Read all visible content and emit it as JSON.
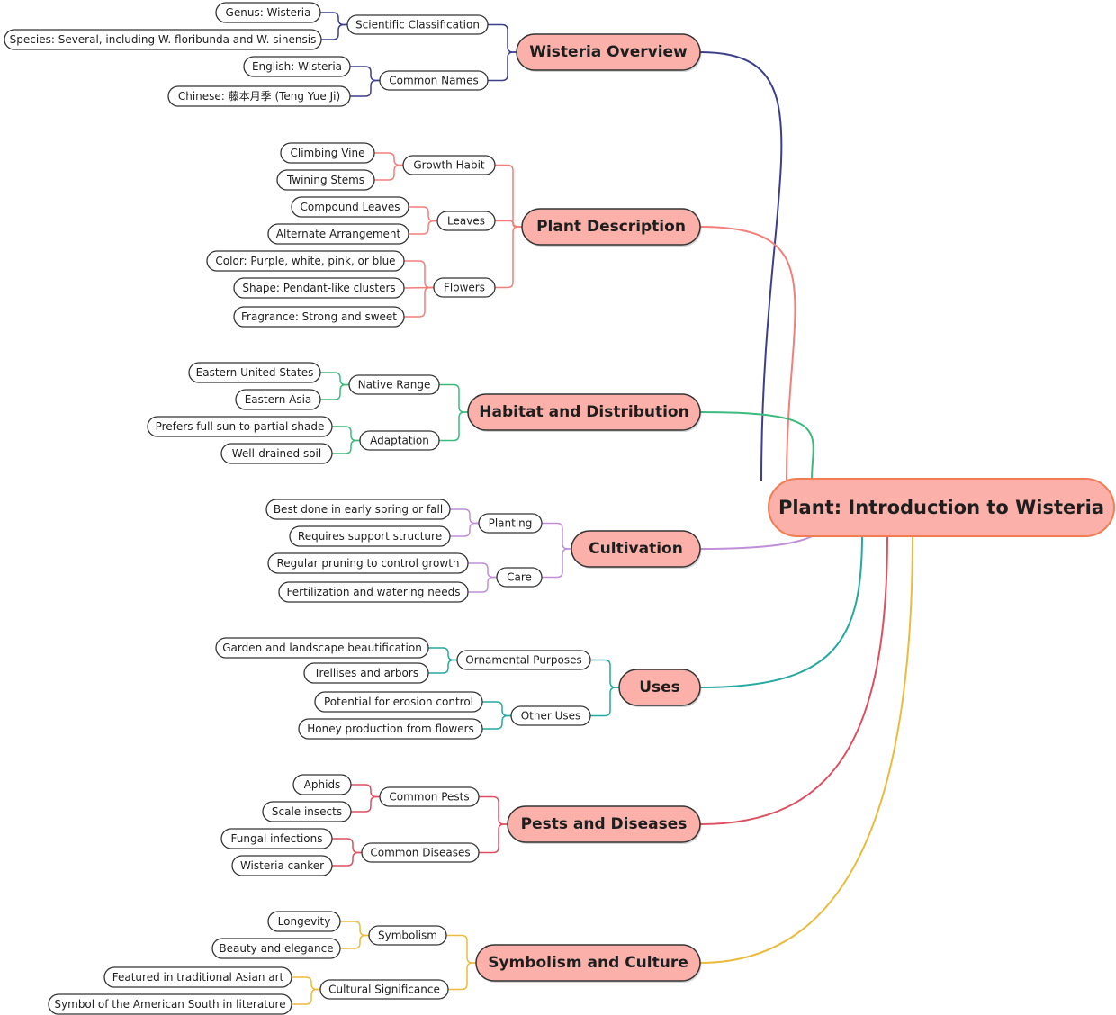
{
  "root": {
    "label": "Plant: Introduction to Wisteria"
  },
  "colors": {
    "root_fill": "#fbb1aa",
    "root_stroke": "#f07e52",
    "branch_fill": "#fbb1aa",
    "node_stroke": "#333333",
    "leaf_fill": "#ffffff"
  },
  "branches": [
    {
      "label": "Wisteria Overview",
      "color": "#3d3f8a",
      "children": [
        {
          "label": "Scientific Classification",
          "children": [
            "Genus: Wisteria",
            "Species: Several, including W. floribunda and W. sinensis"
          ]
        },
        {
          "label": "Common Names",
          "children": [
            "English: Wisteria",
            "Chinese: 藤本月季 (Teng Yue Ji)"
          ]
        }
      ]
    },
    {
      "label": "Plant Description",
      "color": "#f37f7a",
      "children": [
        {
          "label": "Growth Habit",
          "children": [
            "Climbing Vine",
            "Twining Stems"
          ]
        },
        {
          "label": "Leaves",
          "children": [
            "Compound Leaves",
            "Alternate Arrangement"
          ]
        },
        {
          "label": "Flowers",
          "children": [
            "Color: Purple, white, pink, or blue",
            "Shape: Pendant-like clusters",
            "Fragrance: Strong and sweet"
          ]
        }
      ]
    },
    {
      "label": "Habitat and Distribution",
      "color": "#3dba7e",
      "children": [
        {
          "label": "Native Range",
          "children": [
            "Eastern United States",
            "Eastern Asia"
          ]
        },
        {
          "label": "Adaptation",
          "children": [
            "Prefers full sun to partial shade",
            "Well-drained soil"
          ]
        }
      ]
    },
    {
      "label": "Cultivation",
      "color": "#c08fd8",
      "children": [
        {
          "label": "Planting",
          "children": [
            "Best done in early spring or fall",
            "Requires support structure"
          ]
        },
        {
          "label": "Care",
          "children": [
            "Regular pruning to control growth",
            "Fertilization and watering needs"
          ]
        }
      ]
    },
    {
      "label": "Uses",
      "color": "#26a9a0",
      "children": [
        {
          "label": "Ornamental Purposes",
          "children": [
            "Garden and landscape beautification",
            "Trellises and arbors"
          ]
        },
        {
          "label": "Other Uses",
          "children": [
            "Potential for erosion control",
            "Honey production from flowers"
          ]
        }
      ]
    },
    {
      "label": "Pests and Diseases",
      "color": "#dc5061",
      "children": [
        {
          "label": "Common Pests",
          "children": [
            "Aphids",
            "Scale insects"
          ]
        },
        {
          "label": "Common Diseases",
          "children": [
            "Fungal infections",
            "Wisteria canker"
          ]
        }
      ]
    },
    {
      "label": "Symbolism and Culture",
      "color": "#ebbb3d",
      "children": [
        {
          "label": "Symbolism",
          "children": [
            "Longevity",
            "Beauty and elegance"
          ]
        },
        {
          "label": "Cultural Significance",
          "children": [
            "Featured in traditional Asian art",
            "Symbol of the American South in literature"
          ]
        }
      ]
    }
  ]
}
